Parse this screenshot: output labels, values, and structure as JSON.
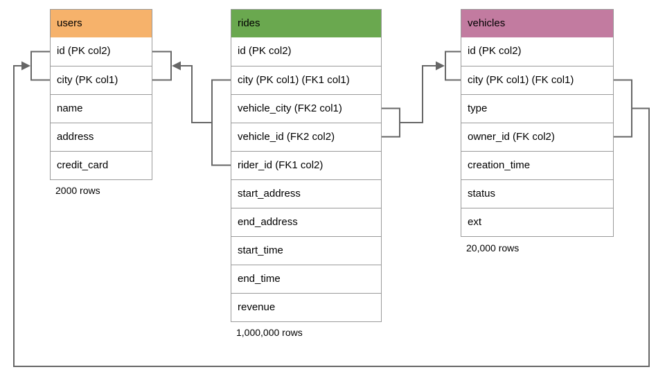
{
  "diagram": {
    "tables": [
      {
        "name": "users",
        "header_color": "#f6b26b",
        "rows": [
          "id (PK col2)",
          "city (PK col1)",
          "name",
          "address",
          "credit_card"
        ],
        "row_count": "2000 rows"
      },
      {
        "name": "rides",
        "header_color": "#6aa84f",
        "rows": [
          "id (PK col2)",
          "city (PK col1) (FK1 col1)",
          "vehicle_city (FK2 col1)",
          "vehicle_id (FK2 col2)",
          "rider_id (FK1 col2)",
          "start_address",
          "end_address",
          "start_time",
          "end_time",
          "revenue"
        ],
        "row_count": "1,000,000 rows"
      },
      {
        "name": "vehicles",
        "header_color": "#c27ba0",
        "rows": [
          "id (PK col2)",
          "city (PK col1) (FK col1)",
          "type",
          "owner_id (FK col2)",
          "creation_time",
          "status",
          "ext"
        ],
        "row_count": "20,000 rows"
      }
    ],
    "colors": {
      "connector_line": "#666666",
      "table_border": "#999999",
      "background": "#ffffff"
    }
  }
}
